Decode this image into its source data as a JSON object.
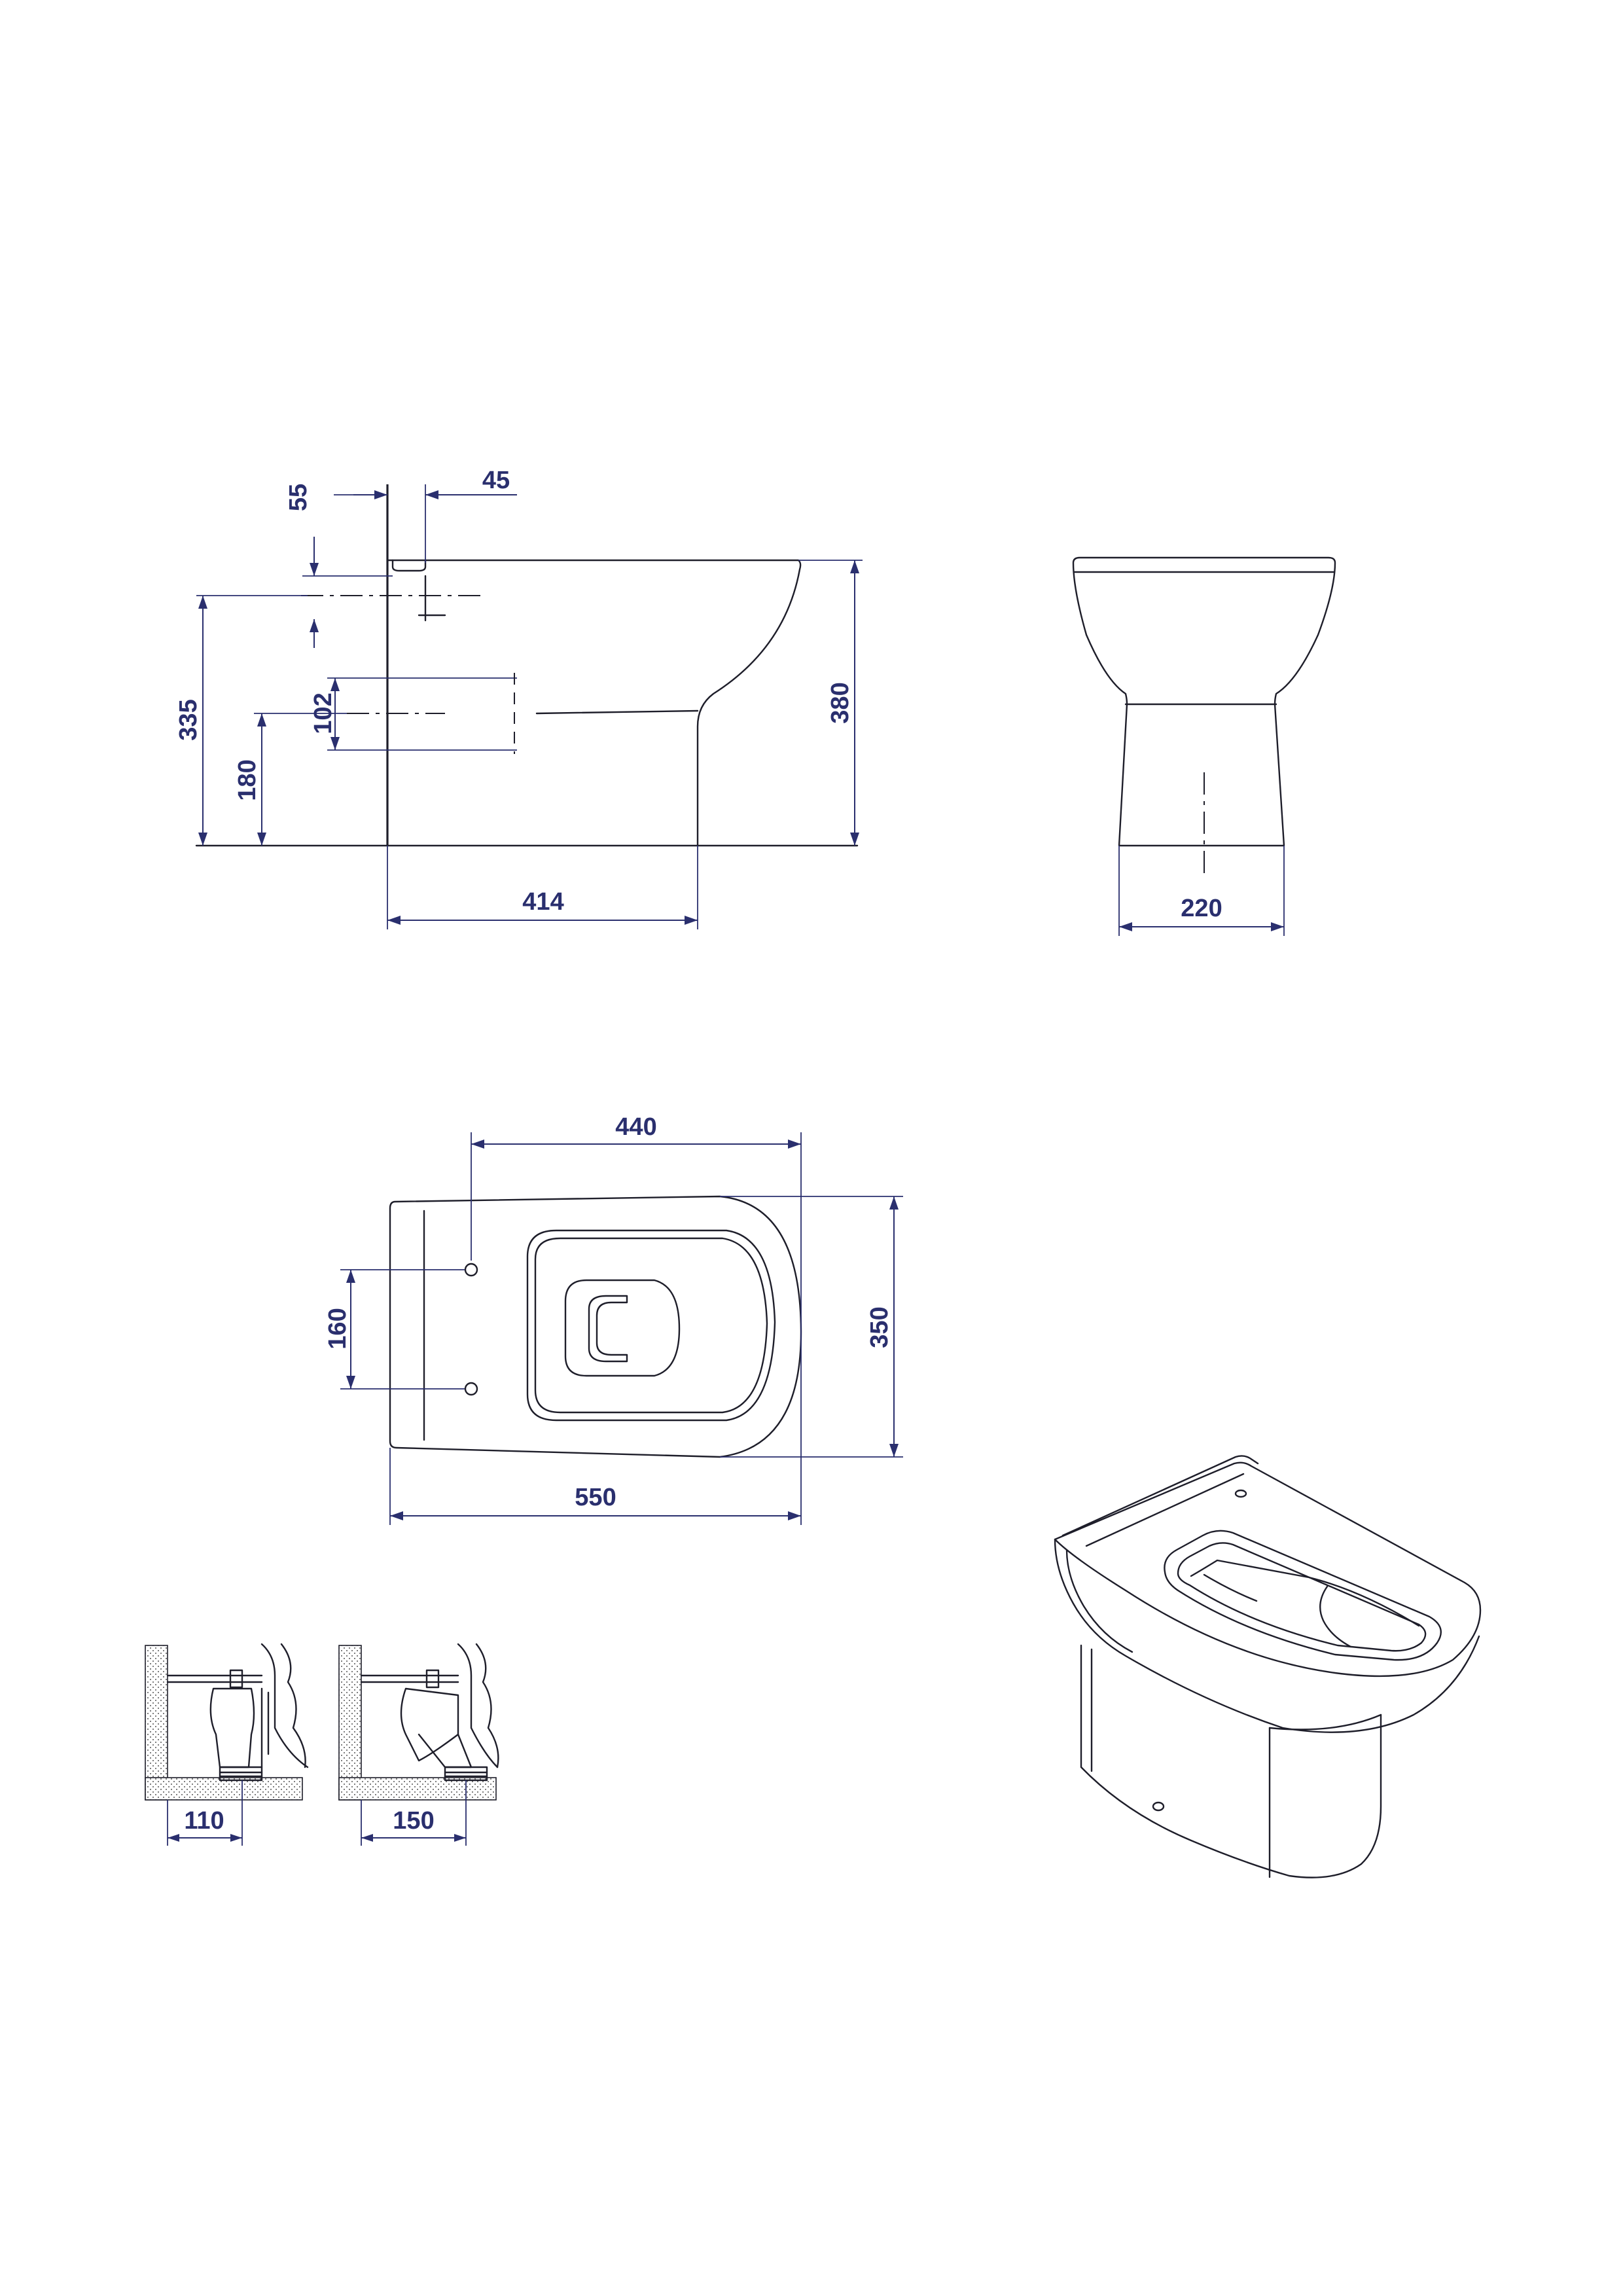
{
  "colors": {
    "line": "#1e1e2a",
    "dimension": "#2a2f6e",
    "background": "#ffffff"
  },
  "side_view": {
    "dim_top_offset": "55",
    "dim_top_width": "45",
    "dim_total_height_outlet": "335",
    "dim_inlet_height": "180",
    "dim_inlet_diameter": "102",
    "dim_total_height": "380",
    "dim_depth": "414"
  },
  "front_view": {
    "dim_base_width": "220"
  },
  "top_view": {
    "dim_fixing_offset": "440",
    "dim_fixing_spacing": "160",
    "dim_width": "350",
    "dim_length": "550"
  },
  "installation": {
    "dim_outlet_a": "110",
    "dim_outlet_b": "150"
  }
}
